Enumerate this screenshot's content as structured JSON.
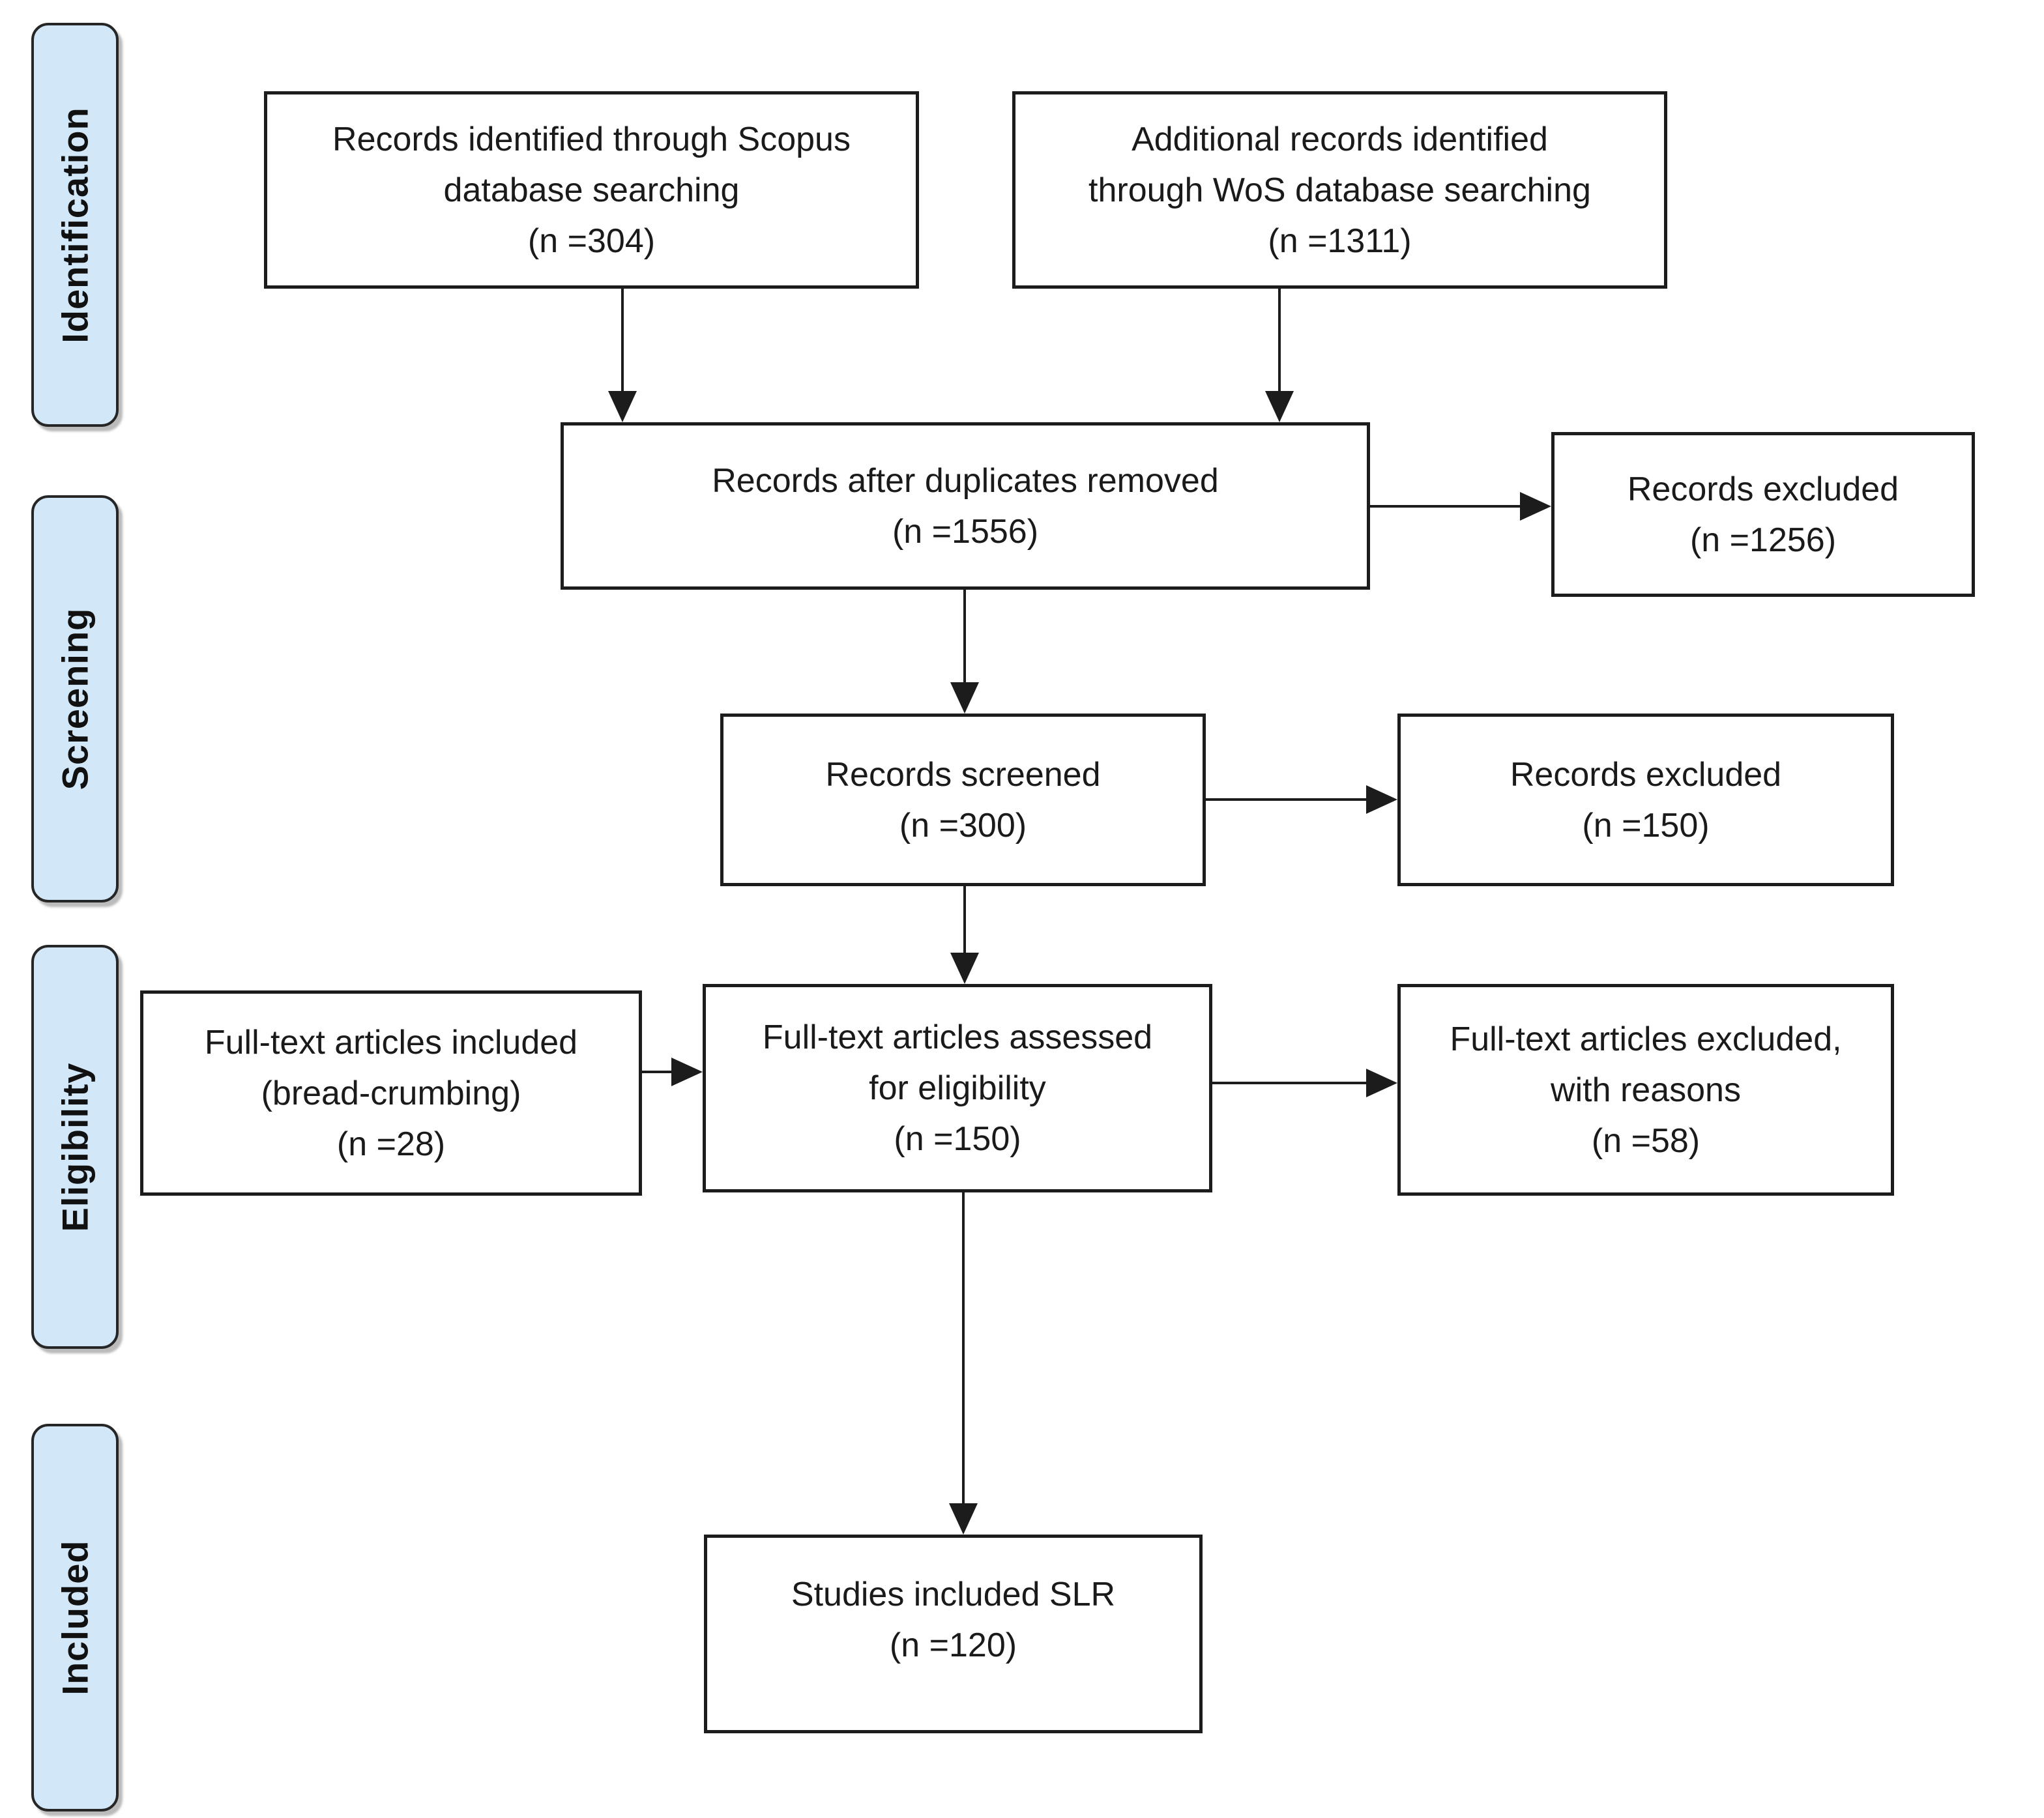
{
  "phases": [
    {
      "label": "Identification"
    },
    {
      "label": "Screening"
    },
    {
      "label": "Eligibility"
    },
    {
      "label": "Included"
    }
  ],
  "nodes": {
    "scopus": {
      "lines": [
        "Records identified through Scopus",
        "database searching"
      ],
      "count": "(n =304)"
    },
    "wos": {
      "lines": [
        "Additional records identified",
        "through WoS database searching"
      ],
      "count": "(n =1311)"
    },
    "duplicates": {
      "lines": [
        "Records after duplicates removed"
      ],
      "count": "(n =1556)"
    },
    "excluded1": {
      "lines": [
        "Records excluded"
      ],
      "count": "(n =1256)"
    },
    "screened": {
      "lines": [
        "Records screened"
      ],
      "count": "(n =300)"
    },
    "excluded2": {
      "lines": [
        "Records excluded"
      ],
      "count": "(n =150)"
    },
    "breadcrumb": {
      "lines": [
        "Full-text articles included",
        "(bread-crumbing)"
      ],
      "count": "(n =28)"
    },
    "assessed": {
      "lines": [
        "Full-text articles assessed",
        "for eligibility"
      ],
      "count": "(n =150)"
    },
    "excluded3": {
      "lines": [
        "Full-text articles excluded,",
        "with reasons"
      ],
      "count": "(n =58)"
    },
    "included_slr": {
      "lines": [
        "Studies included SLR"
      ],
      "count": "(n =120)"
    }
  },
  "colors": {
    "phase_fill": "#d2e8f8",
    "phase_border": "#262626",
    "box_border": "#1c1c1c",
    "arrow": "#1c1c1c",
    "background": "#ffffff",
    "text": "#1a1a1a"
  }
}
